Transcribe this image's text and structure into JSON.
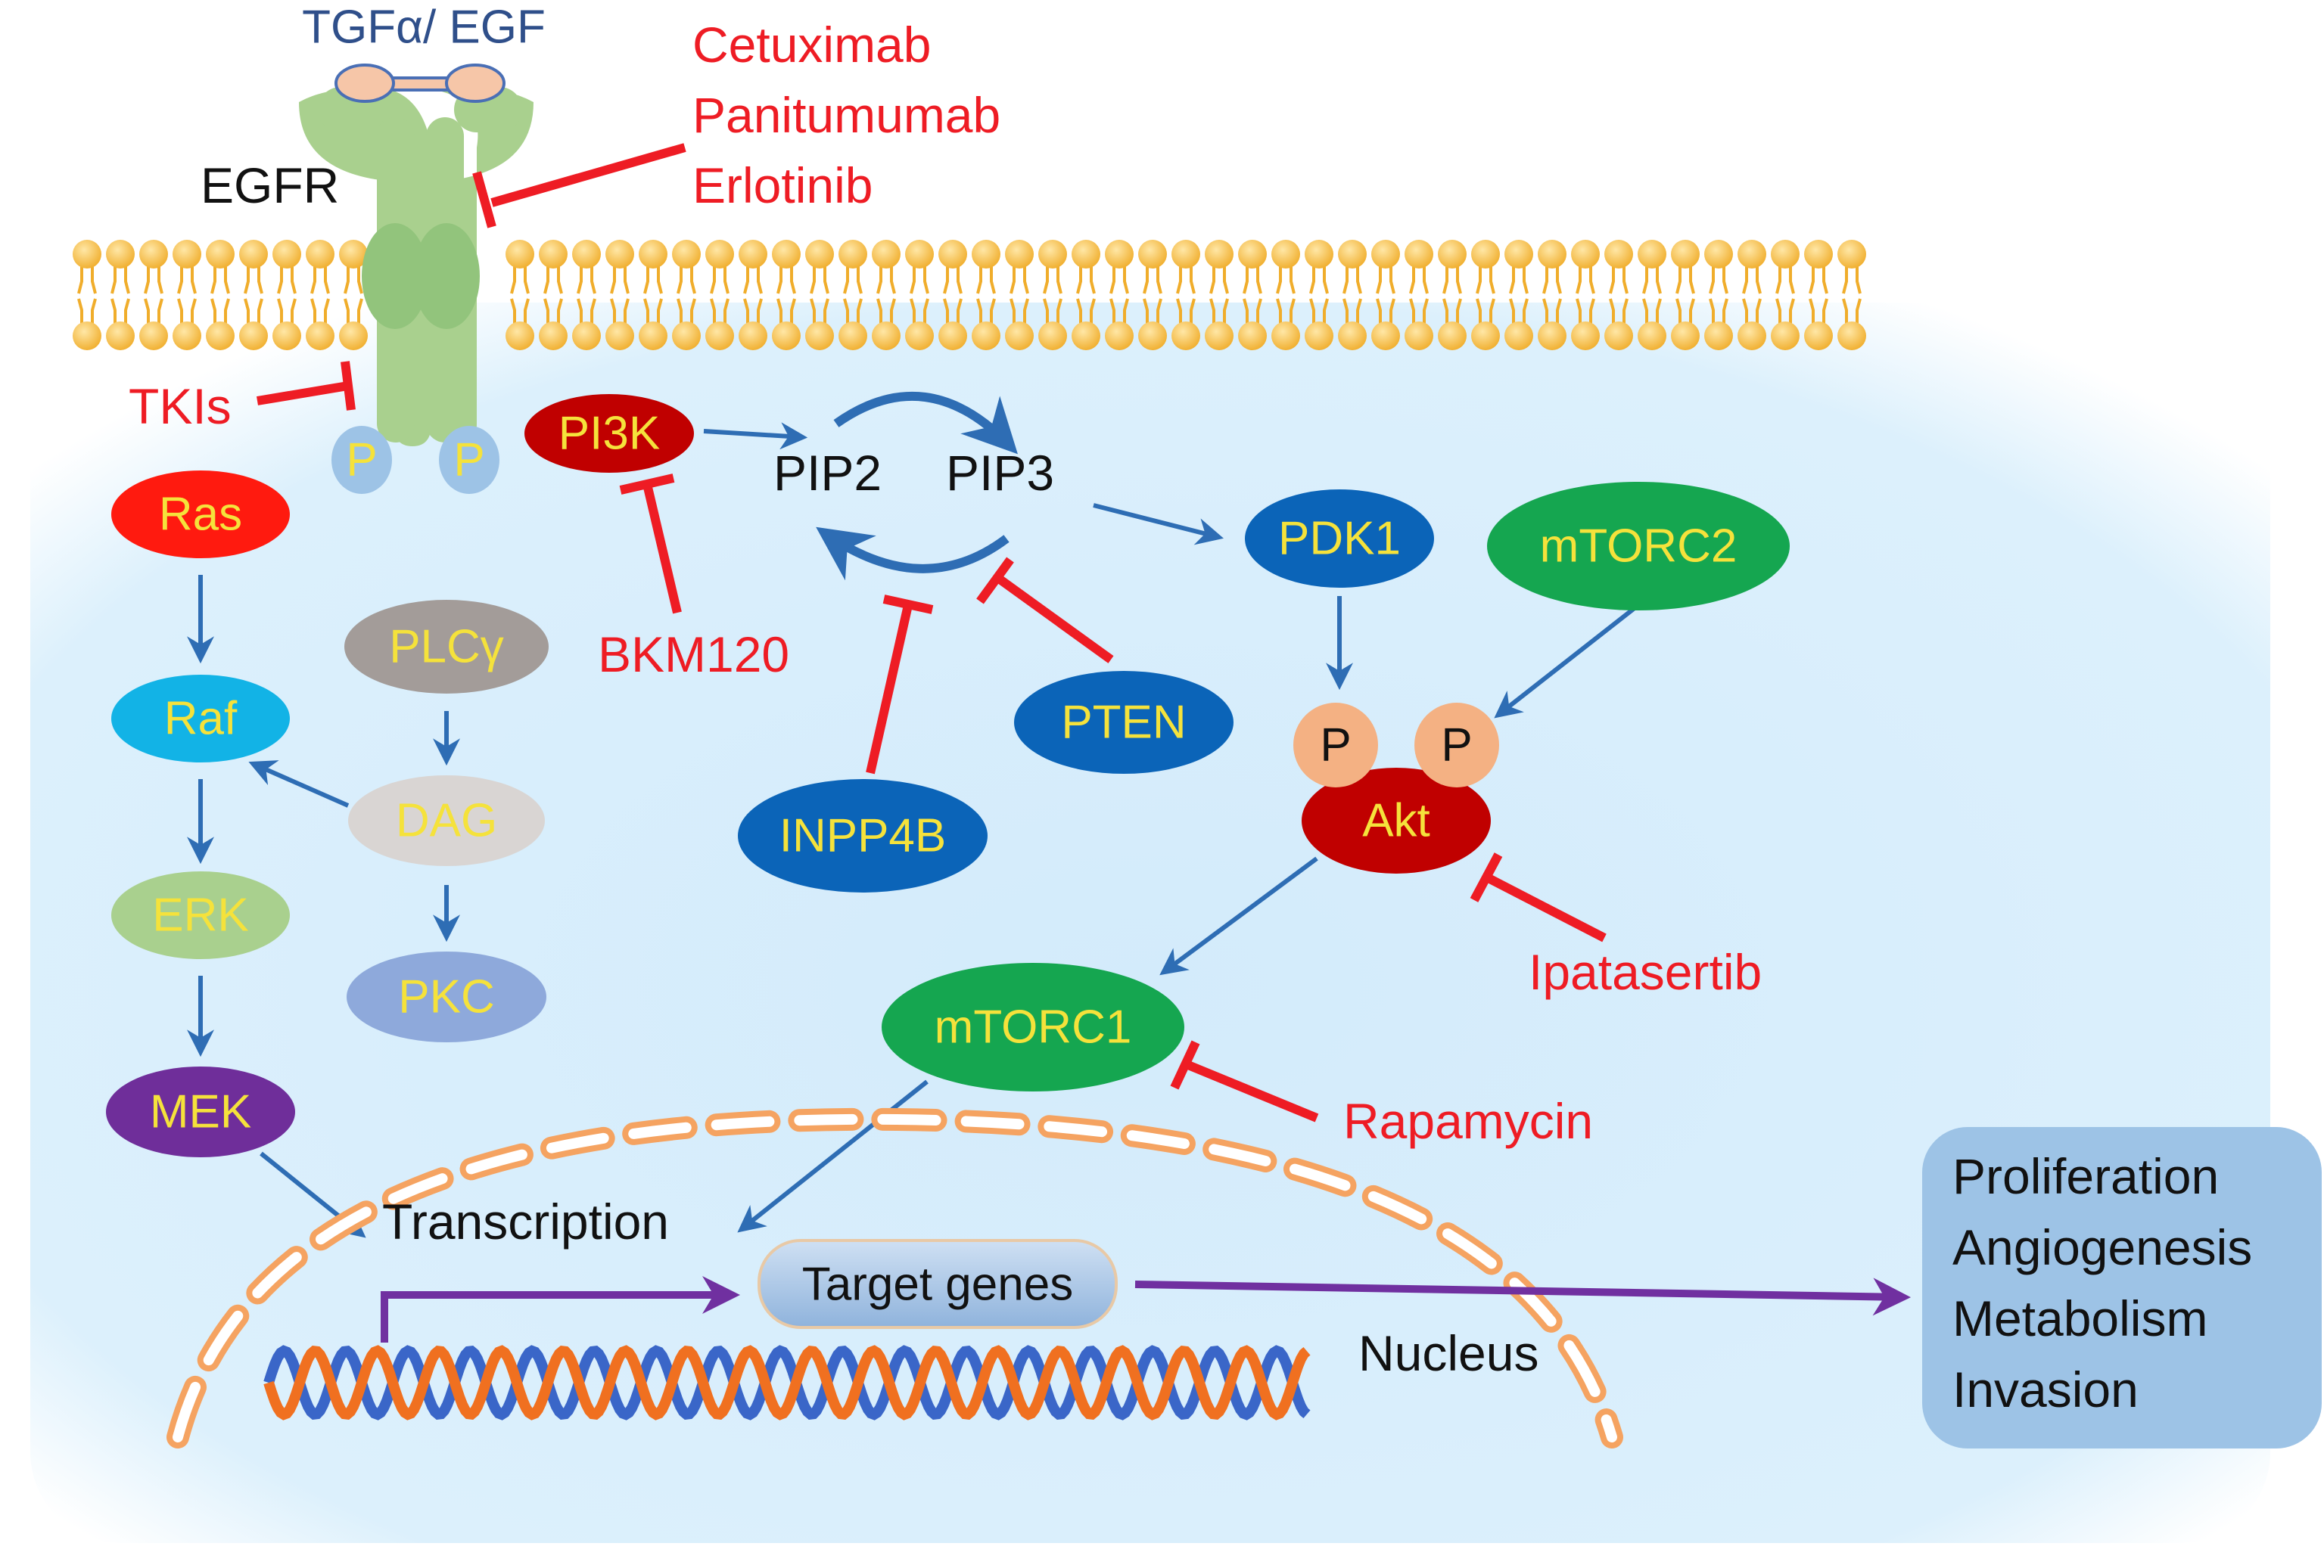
{
  "ligand": {
    "label": "TGFα/ EGF"
  },
  "receptor": {
    "label": "EGFR",
    "phospho_left": "P",
    "phospho_right": "P"
  },
  "drugs": {
    "antibodies": [
      "Cetuximab",
      "Panitumumab",
      "Erlotinib"
    ],
    "tkis": "TKIs",
    "bkm120": "BKM120",
    "ipatasertib": "Ipatasertib",
    "rapamycin": "Rapamycin"
  },
  "nodes": {
    "pi3k": "PI3K",
    "pip2": "PIP2",
    "pip3": "PIP3",
    "pdk1": "PDK1",
    "mtorc2": "mTORC2",
    "pten": "PTEN",
    "inpp4b": "INPP4B",
    "akt": "Akt",
    "akt_p1": "P",
    "akt_p2": "P",
    "mtorc1": "mTORC1",
    "ras": "Ras",
    "raf": "Raf",
    "erk": "ERK",
    "mek": "MEK",
    "plcg": "PLCγ",
    "dag": "DAG",
    "pkc": "PKC"
  },
  "nucleus": {
    "transcription": "Transcription",
    "target_genes": "Target genes",
    "label": "Nucleus"
  },
  "outcomes": [
    "Proliferation",
    "Angiogenesis",
    "Metabolism",
    "Invasion"
  ],
  "colors": {
    "drug_red": "#ee1c24",
    "arrow_blue": "#2e6db4",
    "arrow_purple": "#7030a0",
    "membrane_lipid": "#f5b93a",
    "receptor_green": "#a9d08e",
    "cell_bg": "#dbeefb"
  }
}
